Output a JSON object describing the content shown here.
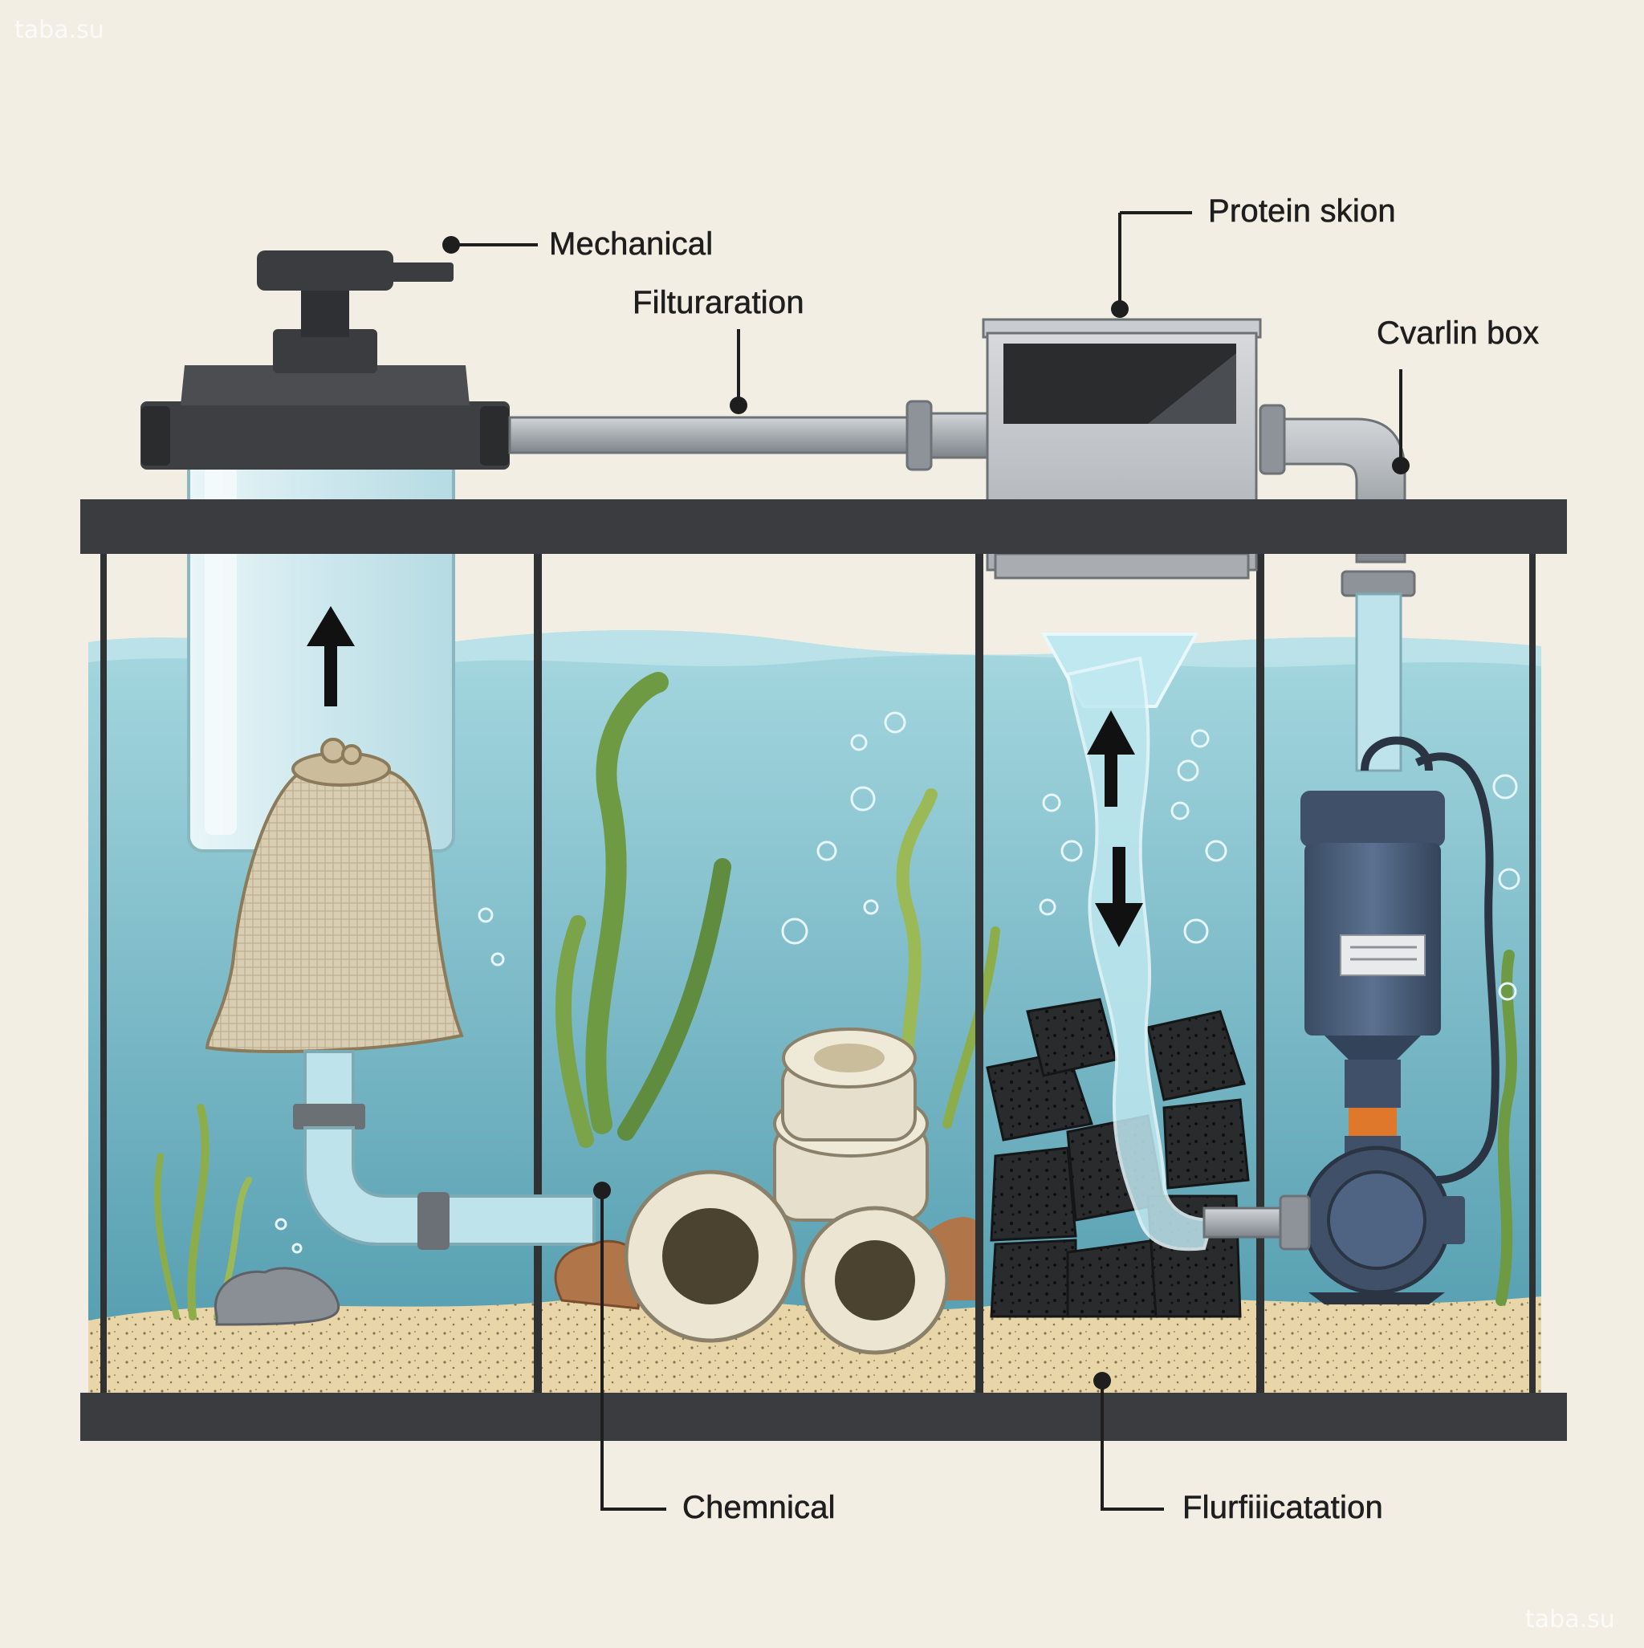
{
  "labels": {
    "mechanical": "Mechanical",
    "filturaration": "Filturaration",
    "protein_skion": "Protein skion",
    "cvarlin_box": "Cvarlin box",
    "chemnical": "Chemnical",
    "flurfiiicatation": "Flurfiiicatation"
  },
  "watermarks": {
    "top_left": "taba.su",
    "bottom_right": "taba.su"
  },
  "colors": {
    "background": "#f3eee4",
    "water": "#8fcbd6",
    "water_deep": "#4f9aad",
    "frame": "#3a3c3f",
    "sand": "#e9d6a8",
    "pipe": "#a9adb2",
    "pump": "#4a5e78",
    "accent_orange": "#e0782b"
  }
}
